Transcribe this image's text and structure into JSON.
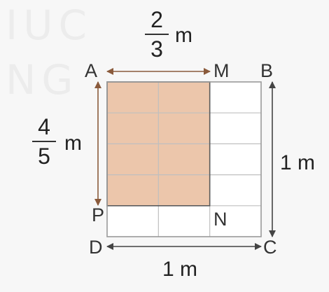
{
  "watermark": {
    "line1": "IUC",
    "line2": "NG"
  },
  "vertices": {
    "A": "A",
    "M": "M",
    "B": "B",
    "P": "P",
    "N": "N",
    "D": "D",
    "C": "C"
  },
  "width_fraction": {
    "numerator": "2",
    "denominator": "3",
    "unit": "m"
  },
  "height_fraction": {
    "numerator": "4",
    "denominator": "5",
    "unit": "m"
  },
  "side_label_right": "1 m",
  "side_label_bottom": "1 m",
  "grid": {
    "columns": 3,
    "rows": 5,
    "shaded_columns": 2,
    "shaded_rows": 4
  },
  "colors": {
    "shaded_fill": "#ecc6ab",
    "grid_line": "#bfbfbf",
    "shaded_border": "#5a5a5a",
    "top_arrow": "#8a5a3b",
    "left_arrow": "#8a5a3b",
    "other_arrow": "#444444"
  }
}
